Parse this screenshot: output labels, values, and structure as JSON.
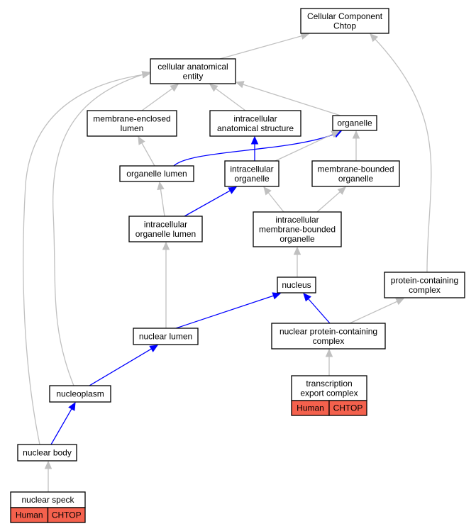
{
  "nodes": {
    "cc_chtop": {
      "lines": [
        "Cellular Component",
        "Chtop"
      ]
    },
    "cae": {
      "lines": [
        "cellular anatomical",
        "entity"
      ]
    },
    "mel": {
      "lines": [
        "membrane-enclosed",
        "lumen"
      ]
    },
    "ias": {
      "lines": [
        "intracellular",
        "anatomical structure"
      ]
    },
    "organelle": {
      "lines": [
        "organelle"
      ]
    },
    "org_lumen": {
      "lines": [
        "organelle lumen"
      ]
    },
    "ic_org": {
      "lines": [
        "intracellular",
        "organelle"
      ]
    },
    "mbo": {
      "lines": [
        "membrane-bounded",
        "organelle"
      ]
    },
    "ic_org_lumen": {
      "lines": [
        "intracellular",
        "organelle lumen"
      ]
    },
    "ic_mbo": {
      "lines": [
        "intracellular",
        "membrane-bounded",
        "organelle"
      ]
    },
    "nucleus": {
      "lines": [
        "nucleus"
      ]
    },
    "pcc": {
      "lines": [
        "protein-containing",
        "complex"
      ]
    },
    "nuc_lumen": {
      "lines": [
        "nuclear lumen"
      ]
    },
    "npcc": {
      "lines": [
        "nuclear protein-containing",
        "complex"
      ]
    },
    "tec": {
      "lines": [
        "transcription",
        "export complex"
      ],
      "tags": [
        "Human",
        "CHTOP"
      ]
    },
    "nucleoplasm": {
      "lines": [
        "nucleoplasm"
      ]
    },
    "nuc_body": {
      "lines": [
        "nuclear body"
      ]
    },
    "nuc_speck": {
      "lines": [
        "nuclear speck"
      ],
      "tags": [
        "Human",
        "CHTOP"
      ]
    }
  },
  "edges": [
    {
      "from": "cae",
      "to": "cc_chtop",
      "kind": "grey"
    },
    {
      "from": "pcc",
      "to": "cc_chtop",
      "kind": "grey"
    },
    {
      "from": "mel",
      "to": "cae",
      "kind": "grey"
    },
    {
      "from": "ias",
      "to": "cae",
      "kind": "grey"
    },
    {
      "from": "organelle",
      "to": "cae",
      "kind": "grey"
    },
    {
      "from": "nucleoplasm",
      "to": "cae",
      "kind": "grey"
    },
    {
      "from": "nuc_body",
      "to": "cae",
      "kind": "grey"
    },
    {
      "from": "org_lumen",
      "to": "mel",
      "kind": "grey"
    },
    {
      "from": "org_lumen",
      "to": "organelle",
      "kind": "blue"
    },
    {
      "from": "ic_org",
      "to": "ias",
      "kind": "blue"
    },
    {
      "from": "ic_org",
      "to": "organelle",
      "kind": "grey"
    },
    {
      "from": "mbo",
      "to": "organelle",
      "kind": "grey"
    },
    {
      "from": "ic_org_lumen",
      "to": "org_lumen",
      "kind": "grey"
    },
    {
      "from": "ic_org_lumen",
      "to": "ic_org",
      "kind": "blue"
    },
    {
      "from": "ic_mbo",
      "to": "ic_org",
      "kind": "grey"
    },
    {
      "from": "ic_mbo",
      "to": "mbo",
      "kind": "grey"
    },
    {
      "from": "nucleus",
      "to": "ic_mbo",
      "kind": "grey"
    },
    {
      "from": "nuc_lumen",
      "to": "ic_org_lumen",
      "kind": "grey"
    },
    {
      "from": "nuc_lumen",
      "to": "nucleus",
      "kind": "blue"
    },
    {
      "from": "npcc",
      "to": "nucleus",
      "kind": "blue"
    },
    {
      "from": "npcc",
      "to": "pcc",
      "kind": "grey"
    },
    {
      "from": "tec",
      "to": "npcc",
      "kind": "grey"
    },
    {
      "from": "nucleoplasm",
      "to": "nuc_lumen",
      "kind": "blue"
    },
    {
      "from": "nuc_body",
      "to": "nucleoplasm",
      "kind": "blue"
    },
    {
      "from": "nuc_speck",
      "to": "nuc_body",
      "kind": "grey"
    }
  ]
}
